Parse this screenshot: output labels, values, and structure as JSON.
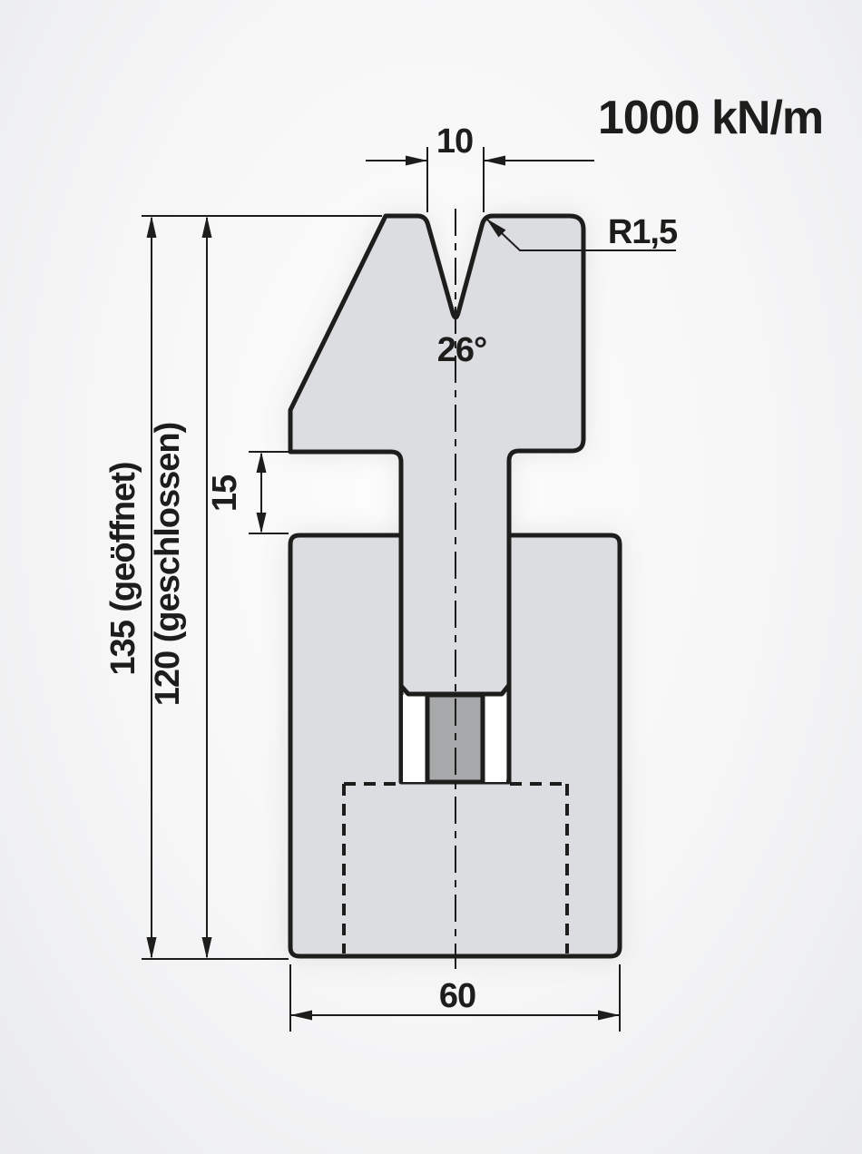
{
  "drawing": {
    "title_rating": "1000 kN/m",
    "dimensions": {
      "vee_width": "10",
      "lip_radius": "R1,5",
      "vee_angle": "26°",
      "height_open": "135 (geöffnet)",
      "height_closed": "120 (geschlossen)",
      "stroke_travel": "15",
      "body_width": "60"
    },
    "colors": {
      "line": "#1d1d1b",
      "part_fill": "#dcdde0",
      "insert_fill": "#a7a8aa",
      "cavity_fill": "#ffffff"
    }
  }
}
